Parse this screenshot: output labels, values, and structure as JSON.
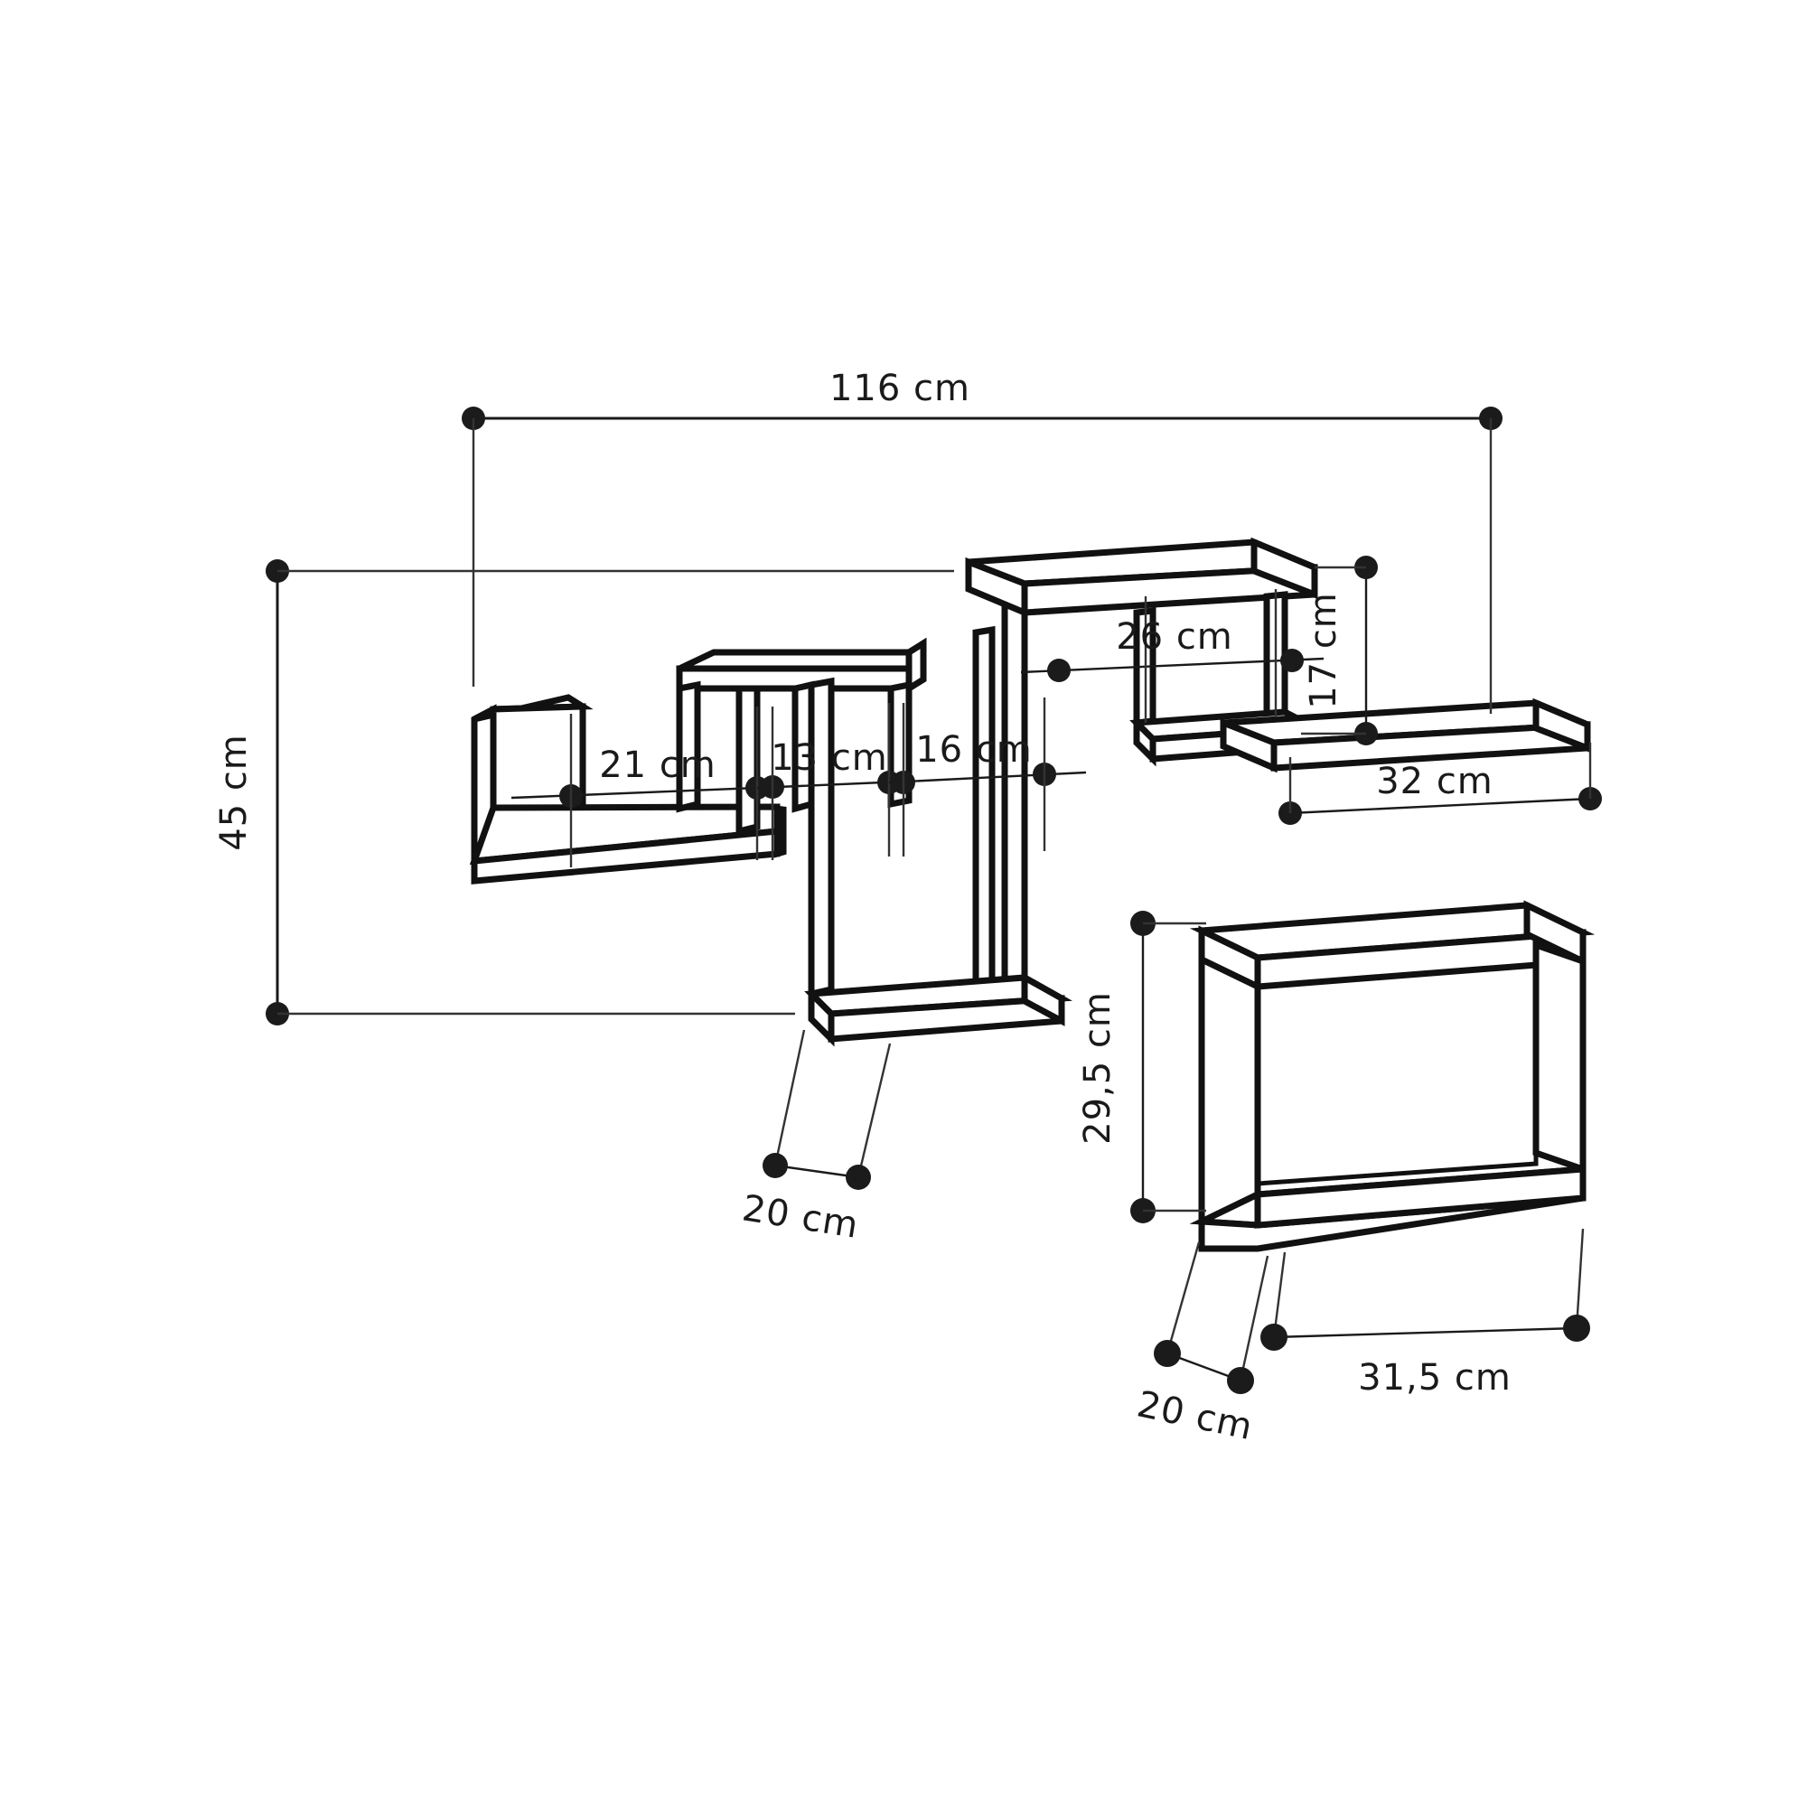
{
  "drawing": {
    "type": "technical-dimension-drawing",
    "subject": "wall shelf set",
    "unit": "cm",
    "background_color": "#ffffff",
    "line_color": "#111111",
    "text_color": "#1a1a1a"
  },
  "dimensions": {
    "overall_width": "116 cm",
    "overall_height": "45 cm",
    "left_shelf_width": "21 cm",
    "small_cube_width": "13 cm",
    "tall_shelf_width": "16 cm",
    "top_shelf_width": "26 cm",
    "right_riser_height": "17 cm",
    "right_shelf_width": "32 cm",
    "tall_shelf_depth": "20 cm",
    "box_height": "29,5 cm",
    "box_depth": "20 cm",
    "box_width": "31,5 cm"
  },
  "labels": [
    {
      "id": "overall-width",
      "text": "116 cm",
      "orientation": "horizontal"
    },
    {
      "id": "overall-height",
      "text": "45 cm",
      "orientation": "vertical"
    },
    {
      "id": "left-shelf-width",
      "text": "21 cm",
      "orientation": "horizontal"
    },
    {
      "id": "small-cube-width",
      "text": "13 cm",
      "orientation": "horizontal"
    },
    {
      "id": "tall-shelf-width",
      "text": "16 cm",
      "orientation": "horizontal"
    },
    {
      "id": "top-shelf-width",
      "text": "26 cm",
      "orientation": "horizontal"
    },
    {
      "id": "riser-height",
      "text": "17 cm",
      "orientation": "vertical"
    },
    {
      "id": "right-shelf-width",
      "text": "32 cm",
      "orientation": "horizontal"
    },
    {
      "id": "tall-shelf-depth",
      "text": "20 cm",
      "orientation": "horizontal"
    },
    {
      "id": "box-height",
      "text": "29,5 cm",
      "orientation": "vertical"
    },
    {
      "id": "box-depth",
      "text": "20 cm",
      "orientation": "horizontal"
    },
    {
      "id": "box-width",
      "text": "31,5 cm",
      "orientation": "horizontal"
    }
  ],
  "chart_data": {
    "type": "table",
    "title": "",
    "categories": [
      "overall width",
      "overall height",
      "left shelf width",
      "small cube width",
      "tall shelf width",
      "top shelf width",
      "riser height",
      "right shelf width",
      "tall shelf depth",
      "box height",
      "box depth",
      "box width"
    ],
    "values": [
      116,
      45,
      21,
      13,
      16,
      26,
      17,
      32,
      20,
      29.5,
      20,
      31.5
    ],
    "value_labels": [
      "116 cm",
      "45 cm",
      "21 cm",
      "13 cm",
      "16 cm",
      "26 cm",
      "17 cm",
      "32 cm",
      "20 cm",
      "29,5 cm",
      "20 cm",
      "31,5 cm"
    ],
    "xlabel": "",
    "ylabel": "centimetres"
  }
}
